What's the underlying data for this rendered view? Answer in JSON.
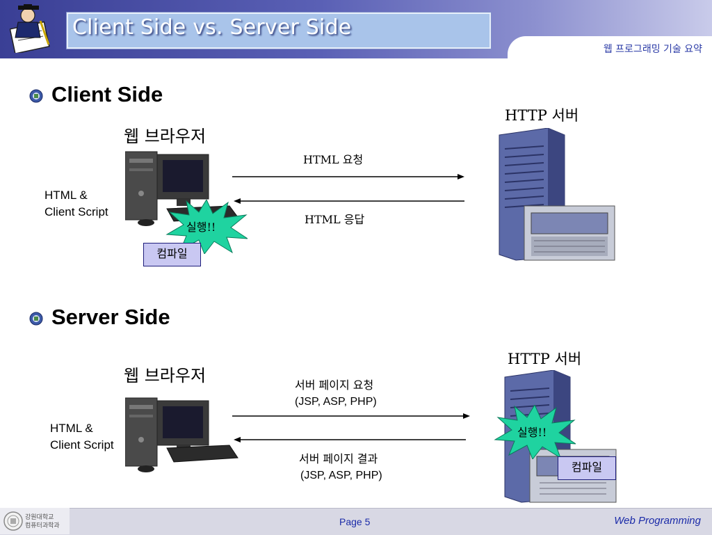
{
  "header": {
    "title": "Client Side vs. Server Side",
    "subtitle": "웹 프로그래밍 기술 요약"
  },
  "client": {
    "heading": "Client Side",
    "browser_label": "웹 브라우저",
    "script_line1": "HTML &",
    "script_line2": "Client Script",
    "execute": "실행!!",
    "compile": "컴파일",
    "request": "HTML 요청",
    "response": "HTML 응답",
    "server_label": "HTTP 서버"
  },
  "server": {
    "heading": "Server Side",
    "browser_label": "웹 브라우저",
    "script_line1": "HTML &",
    "script_line2": "Client Script",
    "request_line1": "서버 페이지 요청",
    "request_line2": "(JSP, ASP, PHP)",
    "result_line1": "서버 페이지 결과",
    "result_line2": "(JSP, ASP, PHP)",
    "server_label": "HTTP 서버",
    "execute": "실행!!",
    "compile": "컴파일"
  },
  "footer": {
    "page": "Page 5",
    "right": "Web Programming",
    "school_line1": "강원대학교",
    "school_line2": "컴퓨터과학과"
  },
  "colors": {
    "header_dark": "#3a3f95",
    "title_box": "#a9c4ea",
    "burst": "#1fd3a0",
    "compile_box": "#c9c8f2",
    "footer_text": "#1a2aa8"
  }
}
